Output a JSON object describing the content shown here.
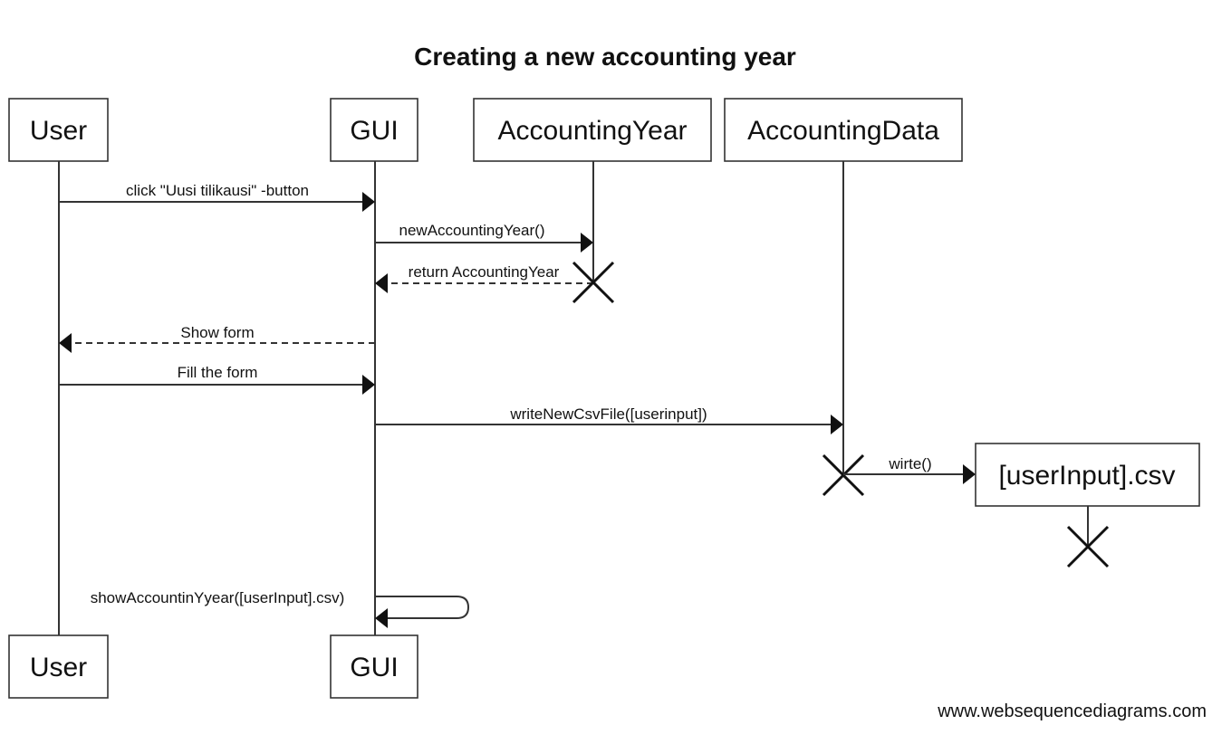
{
  "title": "Creating a new accounting year",
  "participants": {
    "user": "User",
    "gui": "GUI",
    "accounting_year": "AccountingYear",
    "accounting_data": "AccountingData",
    "csv_file": "[userInput].csv"
  },
  "footer_participants": {
    "user": "User",
    "gui": "GUI"
  },
  "messages": [
    {
      "label": "click \"Uusi tilikausi\" -button",
      "from": "User",
      "to": "GUI",
      "kind": "sync"
    },
    {
      "label": "newAccountingYear()",
      "from": "GUI",
      "to": "AccountingYear",
      "kind": "sync"
    },
    {
      "label": "return AccountingYear",
      "from": "AccountingYear",
      "to": "GUI",
      "kind": "return"
    },
    {
      "label": "Show form",
      "from": "GUI",
      "to": "User",
      "kind": "return"
    },
    {
      "label": "Fill the form",
      "from": "User",
      "to": "GUI",
      "kind": "sync"
    },
    {
      "label": "writeNewCsvFile([userinput])",
      "from": "GUI",
      "to": "AccountingData",
      "kind": "sync"
    },
    {
      "label": "wirte()",
      "from": "AccountingData",
      "to": "[userInput].csv",
      "kind": "create"
    },
    {
      "label": "showAccountinYyear([userInput].csv)",
      "from": "GUI",
      "to": "GUI",
      "kind": "self"
    }
  ],
  "watermark": "www.websequencediagrams.com"
}
